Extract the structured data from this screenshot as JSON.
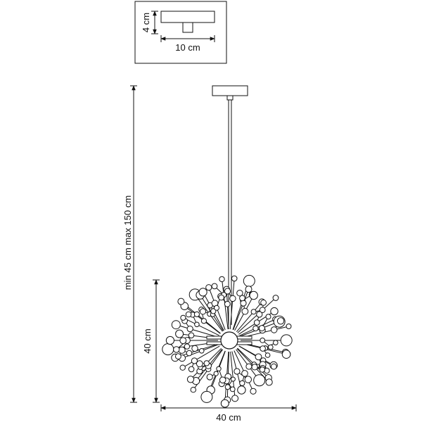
{
  "dimensions": {
    "canopy_height": "4 cm",
    "canopy_width": "10 cm",
    "total_height": "min 45 cm max 150 cm",
    "shade_height": "40 cm",
    "shade_width": "40 cm"
  },
  "colors": {
    "line": "#111111",
    "background": "#ffffff"
  }
}
